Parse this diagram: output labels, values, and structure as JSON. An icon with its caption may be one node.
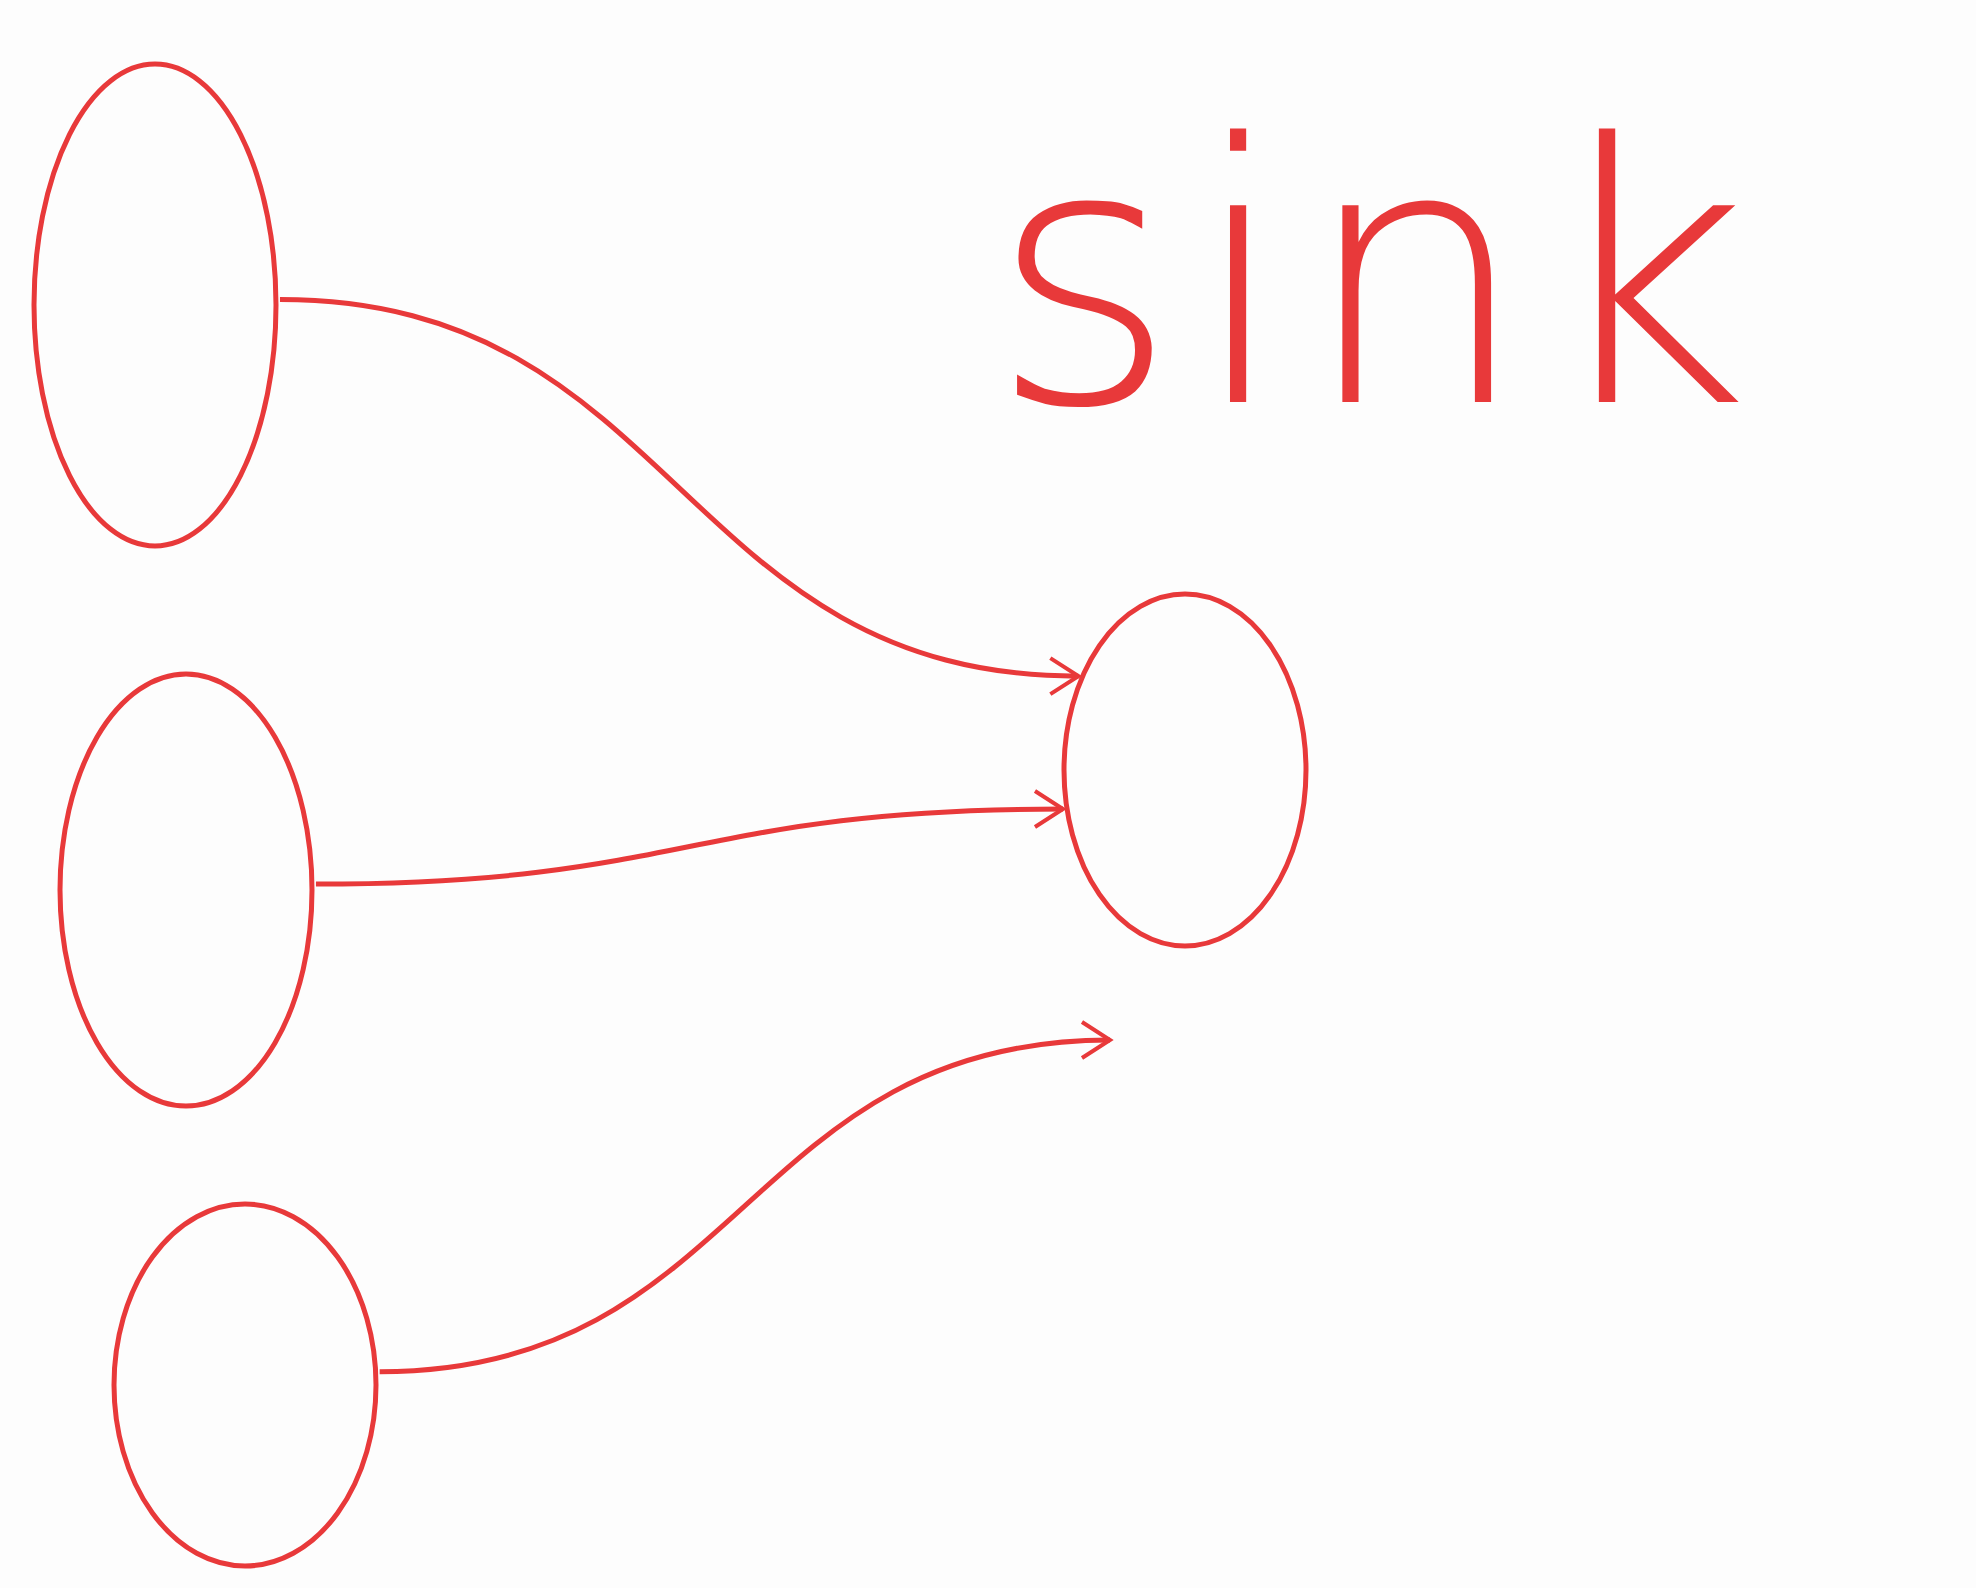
{
  "diagram": {
    "nodes": [
      {
        "text": [],
        "shape": "circle"
      },
      {
        "text": [],
        "shape": "circle"
      },
      {
        "text": [],
        "shape": "circle"
      },
      {
        "text": [],
        "shape": "circle",
        "beside": [
          "sink"
        ]
      }
    ],
    "edges": [
      {
        "from": 0,
        "to": 3,
        "arrow": "to"
      },
      {
        "from": 1,
        "to": 3,
        "arrow": "to"
      },
      {
        "from": 2,
        "to": null,
        "arrow": "to"
      }
    ]
  }
}
